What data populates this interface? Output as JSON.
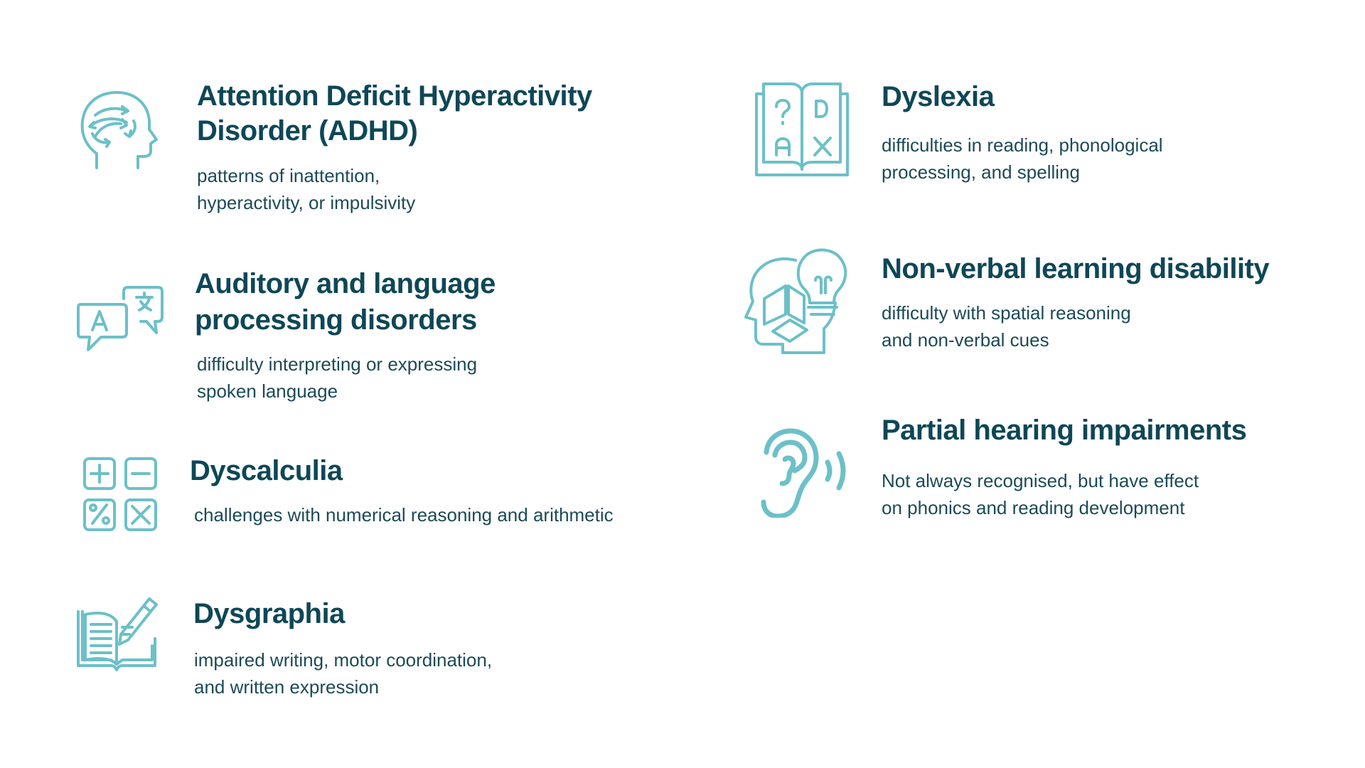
{
  "accent_color": "#6cc0c8",
  "title_color": "#0e4757",
  "items": {
    "adhd": {
      "icon": "head-arrows-icon",
      "title1": "Attention Deficit Hyperactivity",
      "title2": "Disorder (ADHD)",
      "desc1": "patterns of inattention,",
      "desc2": "hyperactivity, or impulsivity"
    },
    "auditory": {
      "icon": "speech-bubbles-translate-icon",
      "title1": "Auditory and language",
      "title2": "processing disorders",
      "desc1": "difficulty interpreting or expressing",
      "desc2": "spoken language"
    },
    "dyscalculia": {
      "icon": "math-operators-icon",
      "title1": "Dyscalculia",
      "desc1": "challenges with numerical reasoning and arithmetic"
    },
    "dysgraphia": {
      "icon": "book-pencil-icon",
      "title1": "Dysgraphia",
      "desc1": "impaired writing, motor coordination,",
      "desc2": "and written expression"
    },
    "dyslexia": {
      "icon": "book-letters-icon",
      "title1": "Dyslexia",
      "desc1": "difficulties in reading, phonological",
      "desc2": "processing, and spelling"
    },
    "nonverbal": {
      "icon": "head-lightbulb-icon",
      "title1": "Non-verbal learning disability",
      "desc1": "difficulty with spatial reasoning",
      "desc2": "and non-verbal cues"
    },
    "hearing": {
      "icon": "ear-icon",
      "title1": "Partial hearing impairments",
      "desc1": "Not always recognised, but have effect",
      "desc2": "on phonics and reading development"
    }
  }
}
